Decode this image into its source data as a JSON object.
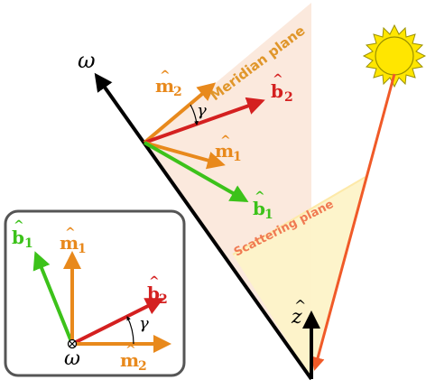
{
  "labels": {
    "omega_main": "ω",
    "m2_main_base": "m",
    "m2_main_hat": "^",
    "m2_main_sub": "2",
    "b2_main_base": "b",
    "b2_main_hat": "^",
    "b2_main_sub": "2",
    "m1_main_base": "m",
    "m1_main_hat": "^",
    "m1_main_sub": "1",
    "b1_main_base": "b",
    "b1_main_hat": "^",
    "b1_main_sub": "1",
    "gamma_main": "γ",
    "meridian_plane": "Meridian plane",
    "scattering_plane": "Scattering plane",
    "z_base": "z",
    "z_hat": "^",
    "inset_b1_base": "b",
    "inset_b1_hat": "^",
    "inset_b1_sub": "1",
    "inset_m1_base": "m",
    "inset_m1_hat": "^",
    "inset_m1_sub": "1",
    "inset_b2_base": "b",
    "inset_b2_hat": "^",
    "inset_b2_sub": "2",
    "inset_m2_base": "m",
    "inset_m2_hat": "^",
    "inset_m2_sub": "2",
    "inset_gamma": "γ",
    "inset_omega": "ω"
  },
  "colors": {
    "omega_axis": "#000000",
    "m_vectors": "#e8891c",
    "b2_vector": "#d42020",
    "b1_vector": "#3cc21a",
    "sun_ray": "#f05a28",
    "sun_fill": "#ffe600",
    "sun_stroke": "#9a9000",
    "meridian_fill": "#fbe7d9",
    "scattering_fill": "#fdf3c8",
    "meridian_text": "#e0962a",
    "scattering_text": "#f07a52",
    "z_axis": "#000000",
    "inset_border": "#555555"
  }
}
